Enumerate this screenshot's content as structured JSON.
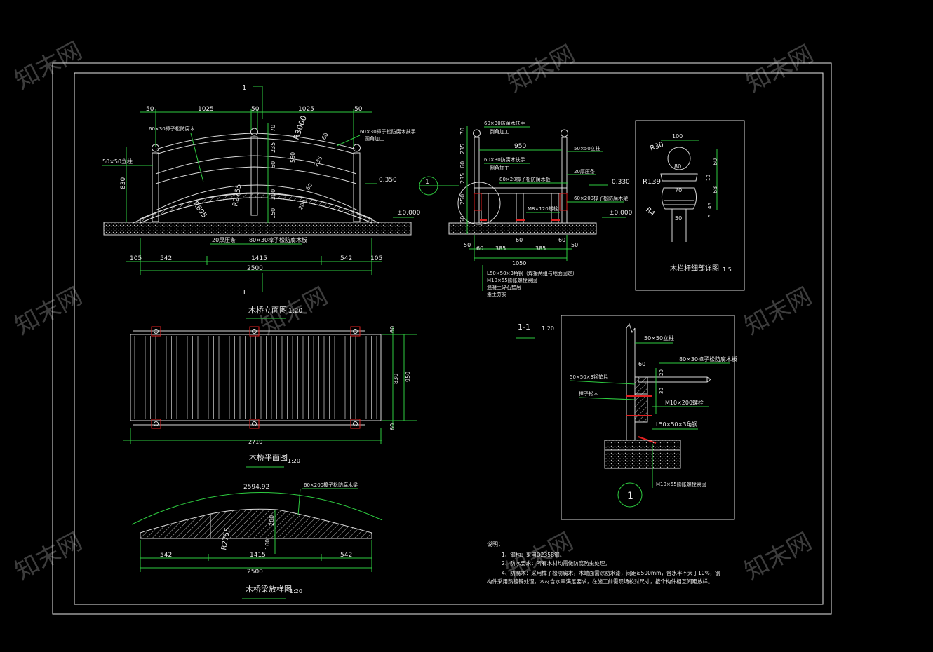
{
  "colors": {
    "background": "#000000",
    "lines": "#d9d9d9",
    "dimensions": "#2ecc40",
    "hatch_red": "#e02020",
    "watermark": "#6f6f6f"
  },
  "watermark": "知末网",
  "elevation": {
    "title": "木桥立面图",
    "scale": "1:20",
    "section_mark": "1",
    "top_dims": [
      "50",
      "1025",
      "50",
      "1025",
      "50"
    ],
    "bottom_dims": [
      "105",
      "542",
      "1415",
      "542",
      "105"
    ],
    "total": "2500",
    "labels": {
      "rail_left": "60×30樟子松防腐木",
      "rail_right": "60×30樟子松防腐木扶手",
      "rail_right_2": "圆角加工",
      "post": "50×50立柱",
      "height": "830",
      "r3000": "R3000",
      "r2755": "R2755",
      "r695": "R695",
      "v70": "70",
      "v235a": "235",
      "v60a": "60",
      "v560": "560",
      "v60b": "60",
      "v235b": "235",
      "v200a": "200",
      "v150": "150",
      "v200b": "200",
      "v60c": "60",
      "elev_350": "0.350",
      "elev_000": "±0.000",
      "flat_iron": "20厚压条",
      "deck": "80×30樟子松防腐木板"
    }
  },
  "section": {
    "title": "1-1",
    "scale": "1:20",
    "circle_label": "1",
    "labels": {
      "rail_top": "60×30防腐木扶手",
      "rail_top_2": "倒角加工",
      "rail_mid": "60×30防腐木扶手",
      "rail_mid_2": "倒角加工",
      "width_950": "950",
      "post": "50×50立柱",
      "iron": "20厚压条",
      "deck": "80×20樟子松防腐木板",
      "elev_330": "0.330",
      "beam": "60×200樟子松防腐木梁",
      "bolt": "M8×120螺栓",
      "elev_000": "±0.000",
      "angle": "L50×50×3角钢（焊接两组与地面固定）",
      "anchor": "M10×55膨胀螺栓紧固",
      "base1": "混凝土碎石垫层",
      "base2": "素土夯实"
    },
    "v_dims": [
      "70",
      "235",
      "60",
      "235",
      "250",
      "50"
    ],
    "bottom_dims": [
      "50",
      "60",
      "385",
      "60",
      "385",
      "60",
      "50"
    ],
    "total": "1050"
  },
  "post_detail": {
    "title": "木栏杆细部详图",
    "scale": "1:5",
    "labels": {
      "w100": "100",
      "r30": "R30",
      "d80": "80",
      "r139": "R139",
      "w70": "70",
      "r4": "R4",
      "w50": "50",
      "v60": "60",
      "v10": "10",
      "v68": "68",
      "v46": "46",
      "v5": "5"
    }
  },
  "plan": {
    "title": "木桥平面图",
    "scale": "1:20",
    "total": "2710",
    "right_dims": [
      "60",
      "830",
      "950",
      "60"
    ]
  },
  "beam": {
    "title": "木桥梁放样图",
    "scale": "1:20",
    "arc_len": "2594.92",
    "label": "60×200樟子松防腐木梁",
    "r2755": "R2755",
    "v200": "200",
    "v100": "100",
    "bottom_dims": [
      "542",
      "1415",
      "542"
    ],
    "total": "2500"
  },
  "detail1": {
    "circle": "1",
    "labels": {
      "post": "50×50立柱",
      "deck": "80×30樟子松防腐木板",
      "v60": "60",
      "v20": "20",
      "v30": "30",
      "angle_pad": "50×50×3钢垫片",
      "pine": "樟子松木",
      "bolt": "M10×200螺栓",
      "angle": "L50×50×3角钢",
      "anchor": "M10×55膨胀螺栓紧固"
    }
  },
  "notes": {
    "heading": "说明：",
    "lines": [
      "1、钢构：采用Q235B钢。",
      "2、防水要求：所有木材均需做防腐防虫处理。",
      "4、防腐木：采用樟子松防腐木，木端面需涂防水漆，间距≥500mm，含水率不大于10%，钢",
      "构件采用热镀锌处理，木材含水率满足要求，在施工前需现场校对尺寸，按个构件相互间距放样。"
    ]
  }
}
